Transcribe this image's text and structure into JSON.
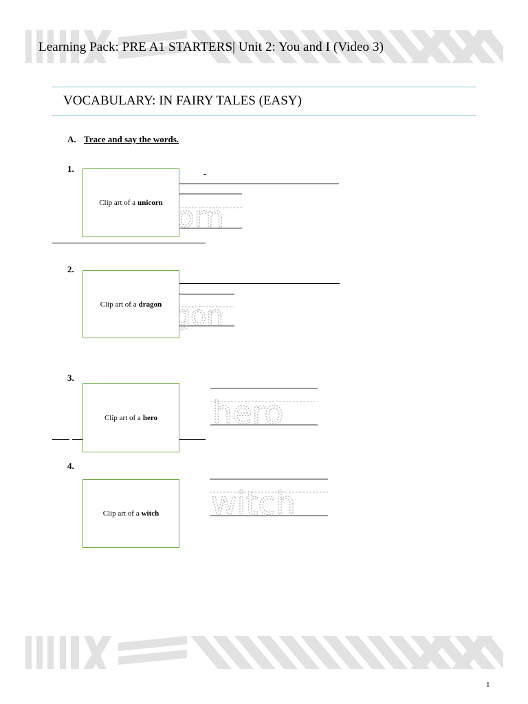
{
  "header": {
    "title": "Learning Pack: PRE A1 STARTERS| Unit 2: You and I (Video 3)"
  },
  "section": {
    "title": "VOCABULARY: IN FAIRY TALES (EASY)",
    "part_letter": "A.",
    "instruction": "Trace and say the words."
  },
  "items": [
    {
      "number": "1.",
      "clip_prefix": "Clip art of a",
      "clip_word": "unicorn",
      "trace_visible": "orn"
    },
    {
      "number": "2.",
      "clip_prefix": "Clip art of a",
      "clip_word": "dragon",
      "trace_visible": "gon"
    },
    {
      "number": "3.",
      "clip_prefix": "Clip art of a",
      "clip_word": "hero",
      "trace_visible": "hero"
    },
    {
      "number": "4.",
      "clip_prefix": "Clip art of a",
      "clip_word": "witch",
      "trace_visible": "witch"
    }
  ],
  "footer": {
    "page_number": "1"
  },
  "colors": {
    "banner_stripes": "#e2e2e2",
    "section_rule": "#7cc4c9",
    "clip_border": "#70ad47",
    "trace_lines": "#9a9a9a"
  }
}
